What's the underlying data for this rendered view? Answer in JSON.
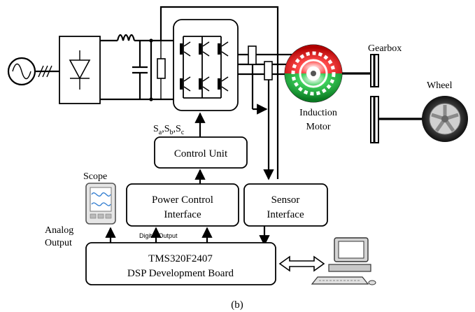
{
  "labels": {
    "gearbox": "Gearbox",
    "wheel": "Wheel",
    "induction": "Induction",
    "motor": "Motor",
    "scope": "Scope",
    "analog_line1": "Analog",
    "analog_line2": "Output",
    "digital_output": "Digital Output",
    "switch_S": "S",
    "switch_a": "a",
    "switch_b": "b",
    "switch_c": "c",
    "comma": ",",
    "caption": "(b)"
  },
  "blocks": {
    "control_unit": "Control Unit",
    "power_control_line1": "Power Control",
    "power_control_line2": "Interface",
    "sensor_line1": "Sensor",
    "sensor_line2": "Interface",
    "dsp_line1": "TMS320F2407",
    "dsp_line2": "DSP Development Board"
  },
  "colors": {
    "motor_red": "#e0141c",
    "motor_green": "#12a032",
    "stroke": "#000000",
    "monitor_gray": "#c8c8c8"
  }
}
